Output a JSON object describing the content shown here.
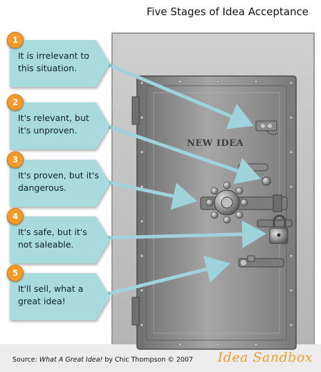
{
  "title": "Five Stages of Idea Acceptance",
  "door_label": "NEW IDEA",
  "stages": [
    {
      "number": "1",
      "text": "It is irrelevant to this situation."
    },
    {
      "number": "2",
      "text": "It's relevant, but it's unproven."
    },
    {
      "number": "3",
      "text": "It's proven, but it's dangerous."
    },
    {
      "number": "4",
      "text": "It's safe, but it's not saleable."
    },
    {
      "number": "5",
      "text": "It'll sell, what a great idea!"
    }
  ],
  "source": {
    "prefix": "Source: ",
    "book": "What A Great Idea!",
    "suffix": " by Chic Thompson © 2007"
  },
  "brand": "Idea Sandbox",
  "colors": {
    "callout": "#a9dbde",
    "badge": "#f39a28",
    "arrow": "#9fd3dc",
    "door": "#8e8e8e",
    "brand": "#f29a2d"
  },
  "icons": [
    "vault-door",
    "lock-wheel",
    "padlock"
  ]
}
